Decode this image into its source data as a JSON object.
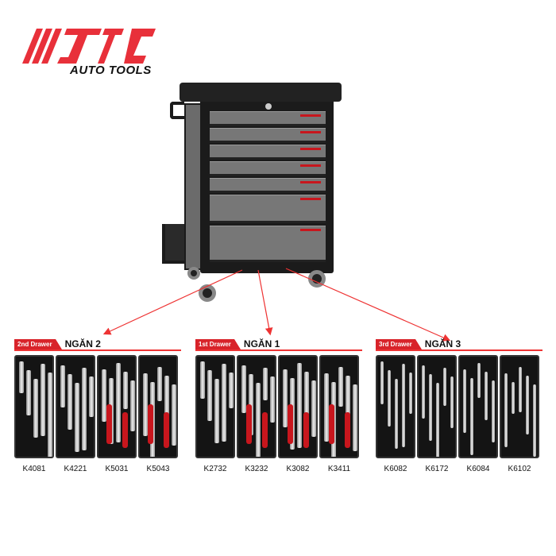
{
  "brand": {
    "logo_letters": "JTC",
    "tagline": "AUTO TOOLS",
    "color": "#e8303a"
  },
  "sections": [
    {
      "badge": "2nd Drawer",
      "title": "NGĂN 2",
      "items": [
        "K4081",
        "K4221",
        "K5031",
        "K5043"
      ]
    },
    {
      "badge": "1st Drawer",
      "title": "NGĂN 1",
      "items": [
        "K2732",
        "K3232",
        "K3082",
        "K3411"
      ]
    },
    {
      "badge": "3rd Drawer",
      "title": "NGĂN 3",
      "items": [
        "K6082",
        "K6172",
        "K6084",
        "K6102"
      ]
    }
  ],
  "colors": {
    "accent": "#d8232a",
    "cabinet": "#777777"
  }
}
